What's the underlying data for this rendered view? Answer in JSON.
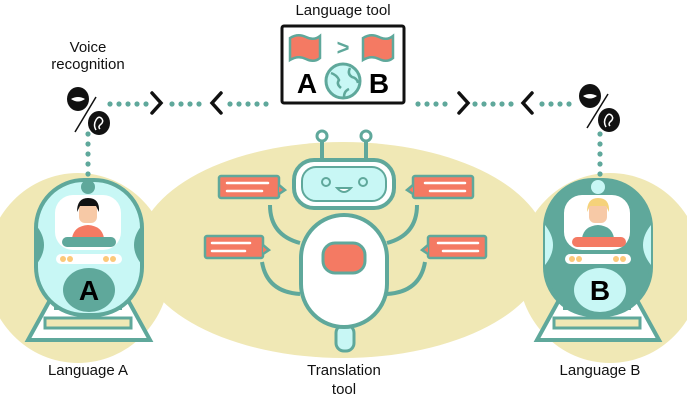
{
  "labels": {
    "language_tool": "Language tool",
    "voice_recognition_line1": "Voice",
    "voice_recognition_line2": "recognition",
    "language_a": "Language A",
    "language_b": "Language B",
    "translation_tool_line1": "Translation",
    "translation_tool_line2": "tool"
  },
  "language_tool_box": {
    "letter_a": "A",
    "letter_b": "B",
    "arrow": ">"
  },
  "trains": {
    "a_letter": "A",
    "b_letter": "B"
  },
  "flow_chevrons": {
    "right": ">",
    "left": "<"
  },
  "colors": {
    "teal": "#5fa89b",
    "light_cyan": "#c8f7f5",
    "coral": "#f47a63",
    "sand": "#f0e8b5",
    "amber": "#fcc97a"
  }
}
